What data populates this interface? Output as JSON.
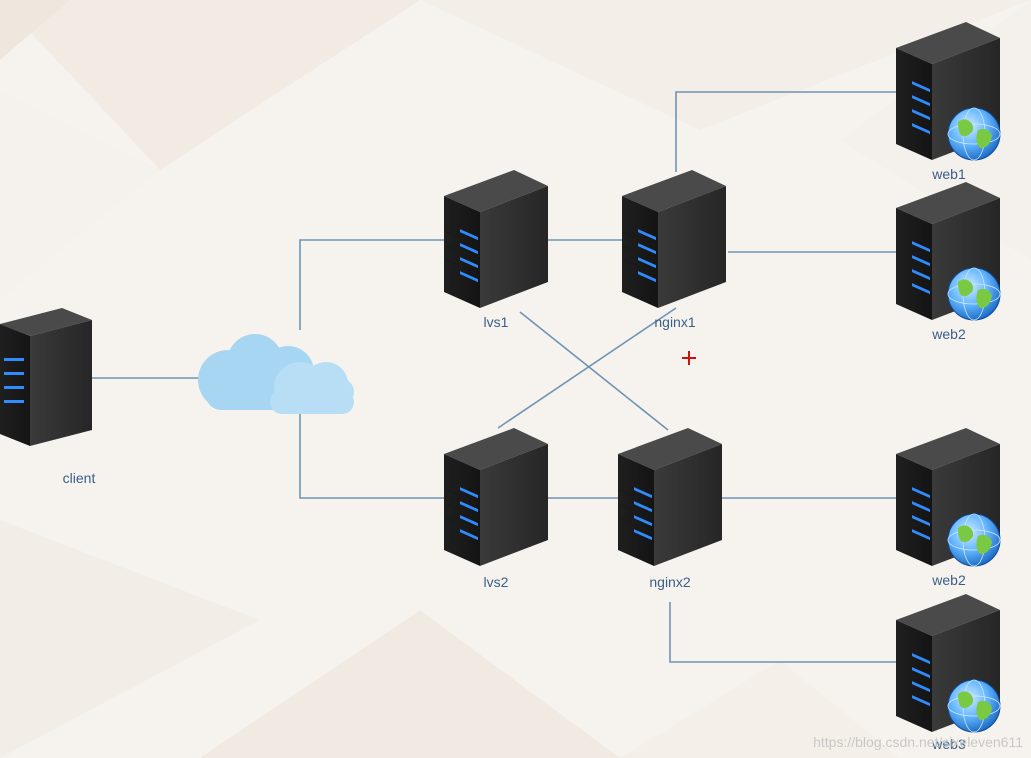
{
  "nodes": [
    {
      "id": "client",
      "label": "client",
      "kind": "server"
    },
    {
      "id": "lvs1",
      "label": "lvs1",
      "kind": "server"
    },
    {
      "id": "lvs2",
      "label": "lvs2",
      "kind": "server"
    },
    {
      "id": "nginx1",
      "label": "nginx1",
      "kind": "server"
    },
    {
      "id": "nginx2",
      "label": "nginx2",
      "kind": "server"
    },
    {
      "id": "web1",
      "label": "web1",
      "kind": "web-server"
    },
    {
      "id": "web2a",
      "label": "web2",
      "kind": "web-server"
    },
    {
      "id": "web2b",
      "label": "web2",
      "kind": "web-server"
    },
    {
      "id": "web3",
      "label": "web3",
      "kind": "web-server"
    },
    {
      "id": "cloud",
      "label": "",
      "kind": "cloud"
    }
  ],
  "watermark": "https://blog.csdn.net/sixeleven611",
  "colors": {
    "line": "#6e94b4",
    "label": "#3a5f86",
    "server_body": "#2d2d2d",
    "server_led": "#2f8cff",
    "cloud": "#a7d6f3",
    "marker": "#cc1111"
  }
}
